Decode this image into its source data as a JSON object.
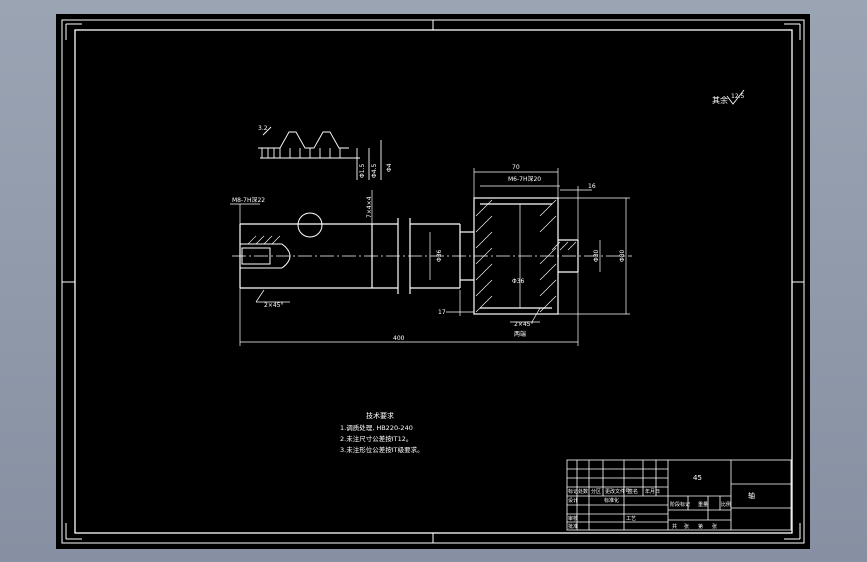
{
  "drawing": {
    "roughness_symbol": "其余",
    "roughness_value": "12.5",
    "thread_roughness": "3.2",
    "thread_dims": [
      "Φ1.5",
      "Φ4.5",
      "Φ4"
    ],
    "left_hole_label": "M8-7H深22",
    "right_hole_label": "M6-7H深20",
    "dim_70": "70",
    "dim_16": "16",
    "dim_keyway": "7×4×4",
    "dim_shaft_dia": "Φ36",
    "dim_inner_dia": "Φ36",
    "dim_right_dia": "Φ30",
    "dim_outer_dia": "Φ80",
    "dim_17": "17",
    "dim_total": "400",
    "chamfer_left": "2×45°",
    "chamfer_right": "2×45°",
    "chamfer_right_note": "两端",
    "notes_title": "技术要求",
    "notes": [
      "1.调质处理, HB220-240",
      "2.未注尺寸公差按IT12。",
      "3.未注形位公差按IT级要求。"
    ]
  },
  "title_block": {
    "part_name": "轴",
    "material": "45",
    "code": "",
    "row_labels": [
      "标记",
      "处数",
      "分区",
      "更改文件号",
      "签名",
      "年月日"
    ],
    "row2_labels": [
      "设计",
      "标准化",
      "阶段标记",
      "重量",
      "比例"
    ],
    "row3_labels": [
      "审核",
      "",
      "工艺",
      "批准"
    ],
    "sheet_labels": [
      "共",
      "张",
      "第",
      "张"
    ]
  }
}
